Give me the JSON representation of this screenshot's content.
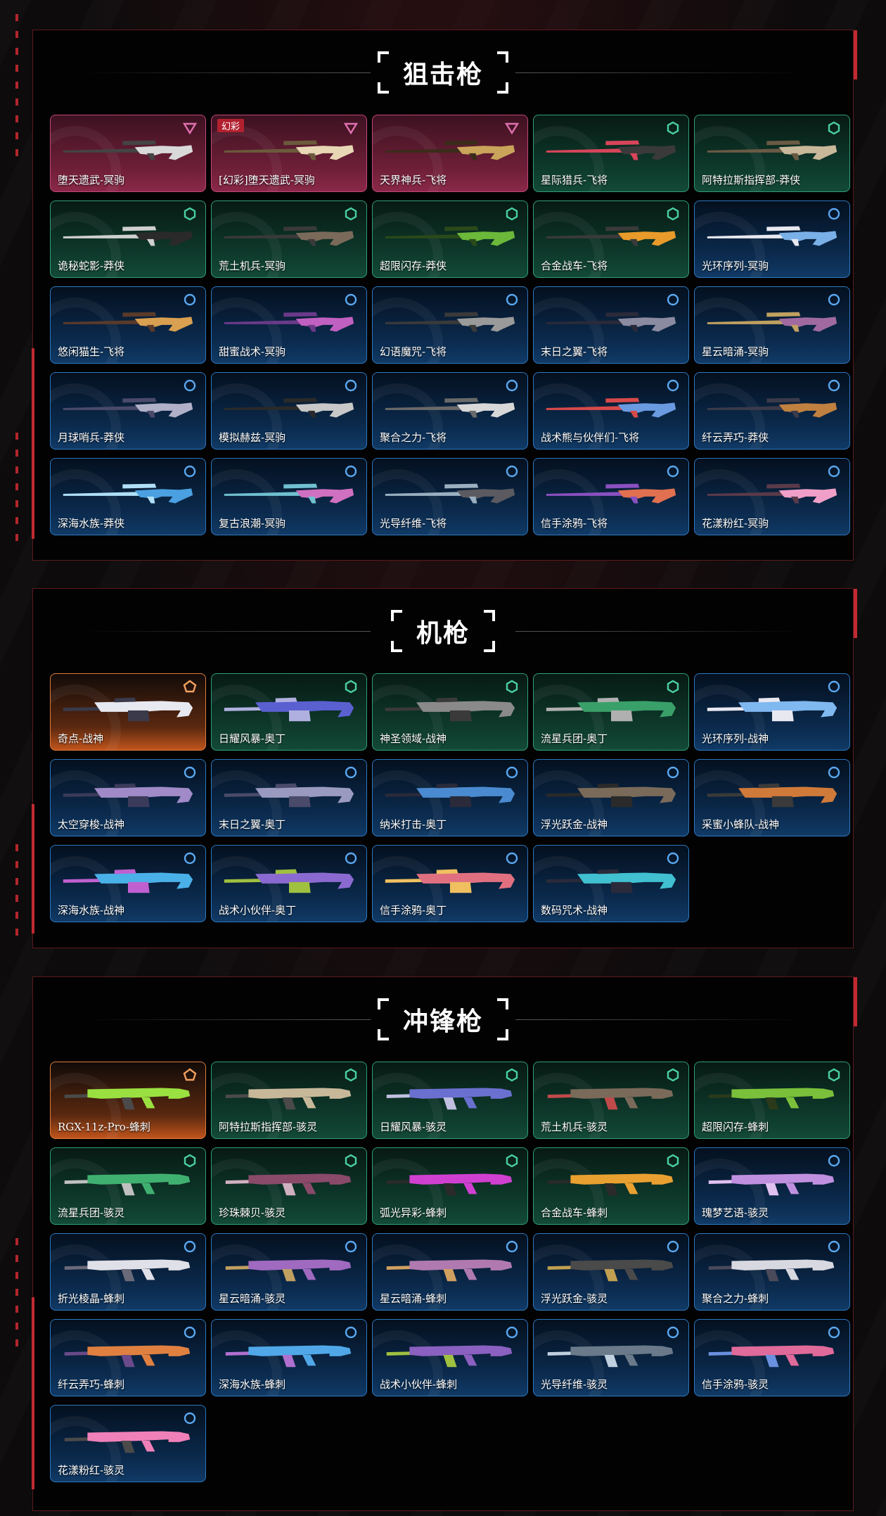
{
  "sections": [
    {
      "title": "狙击枪",
      "items": [
        {
          "name": "堕天遗武-冥驹",
          "tier": "pink",
          "badge": "triangle-icon",
          "gun": "sniper",
          "c1": "#d9d9d9",
          "c2": "#444444"
        },
        {
          "name": "[幻彩]堕天遗武-冥驹",
          "tier": "pink",
          "badge": "triangle-icon",
          "tag": "幻彩",
          "gun": "sniper",
          "c1": "#e8d7b5",
          "c2": "#6b5a3c"
        },
        {
          "name": "天界神兵-飞将",
          "tier": "pink",
          "badge": "triangle-icon",
          "gun": "sniper",
          "c1": "#c9a45a",
          "c2": "#3a2c1a"
        },
        {
          "name": "星际猎兵-飞将",
          "tier": "green",
          "badge": "hex-icon",
          "gun": "sniper",
          "c1": "#3a3a3a",
          "c2": "#d8455a"
        },
        {
          "name": "阿特拉斯指挥部-莽侠",
          "tier": "green",
          "badge": "hex-icon",
          "gun": "sniper",
          "c1": "#c8b89a",
          "c2": "#6a5a44"
        },
        {
          "name": "诡秘蛇影-莽侠",
          "tier": "green",
          "badge": "hex-icon",
          "gun": "sniper",
          "c1": "#2a2a2a",
          "c2": "#cfcfcf"
        },
        {
          "name": "荒土机兵-冥驹",
          "tier": "green",
          "badge": "hex-icon",
          "gun": "sniper",
          "c1": "#7a6a5a",
          "c2": "#3a3a3a"
        },
        {
          "name": "超限闪存-莽侠",
          "tier": "green",
          "badge": "hex-icon",
          "gun": "sniper",
          "c1": "#6cb83a",
          "c2": "#2a4a1a"
        },
        {
          "name": "合金战车-飞将",
          "tier": "green",
          "badge": "hex-icon",
          "gun": "sniper",
          "c1": "#e89a2a",
          "c2": "#3a3a3a"
        },
        {
          "name": "光环序列-冥驹",
          "tier": "blue",
          "badge": "circle-icon",
          "gun": "sniper",
          "c1": "#7ab0e8",
          "c2": "#e8e8f0"
        },
        {
          "name": "悠闲猫生-飞将",
          "tier": "blue",
          "badge": "circle-icon",
          "gun": "sniper",
          "c1": "#d8a050",
          "c2": "#5a3a2a"
        },
        {
          "name": "甜蜜战术-冥驹",
          "tier": "blue",
          "badge": "circle-icon",
          "gun": "sniper",
          "c1": "#c060c0",
          "c2": "#6a3a8a"
        },
        {
          "name": "幻语魔咒-飞将",
          "tier": "blue",
          "badge": "circle-icon",
          "gun": "sniper",
          "c1": "#9a9a9a",
          "c2": "#3a3a3a"
        },
        {
          "name": "末日之翼-飞将",
          "tier": "blue",
          "badge": "circle-icon",
          "gun": "sniper",
          "c1": "#8a8aa0",
          "c2": "#2a2a3a"
        },
        {
          "name": "星云暗涌-冥驹",
          "tier": "blue",
          "badge": "circle-icon",
          "gun": "sniper",
          "c1": "#a06aa0",
          "c2": "#c0a060"
        },
        {
          "name": "月球哨兵-莽侠",
          "tier": "blue",
          "badge": "circle-icon",
          "gun": "sniper",
          "c1": "#b0b0c8",
          "c2": "#4a4a6a"
        },
        {
          "name": "模拟赫兹-冥驹",
          "tier": "blue",
          "badge": "circle-icon",
          "gun": "sniper",
          "c1": "#c8c8c8",
          "c2": "#2a2a2a"
        },
        {
          "name": "聚合之力-飞将",
          "tier": "blue",
          "badge": "circle-icon",
          "gun": "sniper",
          "c1": "#d8d8d8",
          "c2": "#6a6a6a"
        },
        {
          "name": "战术熊与伙伴们-飞将",
          "tier": "blue",
          "badge": "circle-icon",
          "gun": "sniper",
          "c1": "#6a9ae0",
          "c2": "#d84a4a"
        },
        {
          "name": "纤云弄巧-莽侠",
          "tier": "blue",
          "badge": "circle-icon",
          "gun": "sniper",
          "c1": "#c08040",
          "c2": "#3a3a4a"
        },
        {
          "name": "深海水族-莽侠",
          "tier": "blue",
          "badge": "circle-icon",
          "gun": "sniper",
          "c1": "#4aa0e0",
          "c2": "#b0e0f8"
        },
        {
          "name": "复古浪潮-冥驹",
          "tier": "blue",
          "badge": "circle-icon",
          "gun": "sniper",
          "c1": "#d070c0",
          "c2": "#70c0d0"
        },
        {
          "name": "光导纤维-飞将",
          "tier": "blue",
          "badge": "circle-icon",
          "gun": "sniper",
          "c1": "#5a5a60",
          "c2": "#9ab0c0"
        },
        {
          "name": "信手涂鸦-飞将",
          "tier": "blue",
          "badge": "circle-icon",
          "gun": "sniper",
          "c1": "#e07050",
          "c2": "#8a50c0"
        },
        {
          "name": "花漾粉红-冥驹",
          "tier": "blue",
          "badge": "circle-icon",
          "gun": "sniper",
          "c1": "#f0a0c8",
          "c2": "#5a3a4a"
        }
      ]
    },
    {
      "title": "机枪",
      "items": [
        {
          "name": "奇点-战神",
          "tier": "orange",
          "badge": "pentagon-icon",
          "gun": "mg",
          "c1": "#e8e8f0",
          "c2": "#3a3a4a"
        },
        {
          "name": "日耀风暴-奥丁",
          "tier": "green",
          "badge": "hex-icon",
          "gun": "mg",
          "c1": "#5a60d0",
          "c2": "#b0b0e0"
        },
        {
          "name": "神圣领域-战神",
          "tier": "green",
          "badge": "hex-icon",
          "gun": "mg",
          "c1": "#8a8a8a",
          "c2": "#3a3a3a"
        },
        {
          "name": "流星兵团-奥丁",
          "tier": "green",
          "badge": "hex-icon",
          "gun": "mg",
          "c1": "#3aa06a",
          "c2": "#b0b0b0"
        },
        {
          "name": "光环序列-战神",
          "tier": "blue",
          "badge": "circle-icon",
          "gun": "mg",
          "c1": "#80b8f0",
          "c2": "#e8e8f0"
        },
        {
          "name": "太空穿梭-战神",
          "tier": "blue",
          "badge": "circle-icon",
          "gun": "mg",
          "c1": "#a08ac8",
          "c2": "#3a3a5a"
        },
        {
          "name": "末日之翼-奥丁",
          "tier": "blue",
          "badge": "circle-icon",
          "gun": "mg",
          "c1": "#9a9ac0",
          "c2": "#4a4a6a"
        },
        {
          "name": "纳米打击-奥丁",
          "tier": "blue",
          "badge": "circle-icon",
          "gun": "mg",
          "c1": "#4a8ad0",
          "c2": "#2a2a3a"
        },
        {
          "name": "浮光跃金-战神",
          "tier": "blue",
          "badge": "circle-icon",
          "gun": "mg",
          "c1": "#7a6a5a",
          "c2": "#2a2a2a"
        },
        {
          "name": "采蜜小蜂队-战神",
          "tier": "blue",
          "badge": "circle-icon",
          "gun": "mg",
          "c1": "#d07a3a",
          "c2": "#3a3a3a"
        },
        {
          "name": "深海水族-战神",
          "tier": "blue",
          "badge": "circle-icon",
          "gun": "mg",
          "c1": "#4ab0e8",
          "c2": "#c060d0"
        },
        {
          "name": "战术小伙伴-奥丁",
          "tier": "blue",
          "badge": "circle-icon",
          "gun": "mg",
          "c1": "#8a6ad0",
          "c2": "#a0c040"
        },
        {
          "name": "信手涂鸦-奥丁",
          "tier": "blue",
          "badge": "circle-icon",
          "gun": "mg",
          "c1": "#e07080",
          "c2": "#f0c060"
        },
        {
          "name": "数码咒术-战神",
          "tier": "blue",
          "badge": "circle-icon",
          "gun": "mg",
          "c1": "#40c0d0",
          "c2": "#2a2a3a"
        }
      ]
    },
    {
      "title": "冲锋枪",
      "items": [
        {
          "name": "RGX-11z-Pro-蜂刺",
          "tier": "orange",
          "badge": "pentagon-icon",
          "gun": "smg",
          "c1": "#9ae040",
          "c2": "#4a4a4a"
        },
        {
          "name": "阿特拉斯指挥部-骇灵",
          "tier": "green",
          "badge": "hex-icon",
          "gun": "smg",
          "c1": "#c8b89a",
          "c2": "#4a4a4a"
        },
        {
          "name": "日耀风暴-骇灵",
          "tier": "green",
          "badge": "hex-icon",
          "gun": "smg",
          "c1": "#6a70d0",
          "c2": "#c0c0e0"
        },
        {
          "name": "荒土机兵-骇灵",
          "tier": "green",
          "badge": "hex-icon",
          "gun": "smg",
          "c1": "#7a6a5a",
          "c2": "#c04a4a"
        },
        {
          "name": "超限闪存-蜂刺",
          "tier": "green",
          "badge": "hex-icon",
          "gun": "smg",
          "c1": "#7ac03a",
          "c2": "#2a3a1a"
        },
        {
          "name": "流星兵团-骇灵",
          "tier": "green",
          "badge": "hex-icon",
          "gun": "smg",
          "c1": "#40b070",
          "c2": "#c0c0c0"
        },
        {
          "name": "珍珠棘贝-骇灵",
          "tier": "green",
          "badge": "hex-icon",
          "gun": "smg",
          "c1": "#8a4a6a",
          "c2": "#d0b0c0"
        },
        {
          "name": "弧光异彩-蜂刺",
          "tier": "green",
          "badge": "hex-icon",
          "gun": "smg",
          "c1": "#d040d0",
          "c2": "#2a2a2a"
        },
        {
          "name": "合金战车-蜂刺",
          "tier": "green",
          "badge": "hex-icon",
          "gun": "smg",
          "c1": "#e8a030",
          "c2": "#2a2a2a"
        },
        {
          "name": "瑰梦艺语-骇灵",
          "tier": "blue",
          "badge": "circle-icon",
          "gun": "smg",
          "c1": "#c090e0",
          "c2": "#e0c0f0"
        },
        {
          "name": "折光棱晶-蜂刺",
          "tier": "blue",
          "badge": "circle-icon",
          "gun": "smg",
          "c1": "#e0e0e8",
          "c2": "#6a6a7a"
        },
        {
          "name": "星云暗涌-骇灵",
          "tier": "blue",
          "badge": "circle-icon",
          "gun": "smg",
          "c1": "#a06ac0",
          "c2": "#c0a060"
        },
        {
          "name": "星云暗涌-蜂刺",
          "tier": "blue",
          "badge": "circle-icon",
          "gun": "smg",
          "c1": "#b07ab0",
          "c2": "#d0a060"
        },
        {
          "name": "浮光跃金-骇灵",
          "tier": "blue",
          "badge": "circle-icon",
          "gun": "smg",
          "c1": "#4a4a4a",
          "c2": "#c0a050"
        },
        {
          "name": "聚合之力-蜂刺",
          "tier": "blue",
          "badge": "circle-icon",
          "gun": "smg",
          "c1": "#d8d8e0",
          "c2": "#4a4a5a"
        },
        {
          "name": "纤云弄巧-蜂刺",
          "tier": "blue",
          "badge": "circle-icon",
          "gun": "smg",
          "c1": "#e08040",
          "c2": "#6a4a8a"
        },
        {
          "name": "深海水族-蜂刺",
          "tier": "blue",
          "badge": "circle-icon",
          "gun": "smg",
          "c1": "#50a8e8",
          "c2": "#b070d0"
        },
        {
          "name": "战术小伙伴-蜂刺",
          "tier": "blue",
          "badge": "circle-icon",
          "gun": "smg",
          "c1": "#8a60c0",
          "c2": "#a0c040"
        },
        {
          "name": "光导纤维-骇灵",
          "tier": "blue",
          "badge": "circle-icon",
          "gun": "smg",
          "c1": "#6a7a8a",
          "c2": "#c0d0e0"
        },
        {
          "name": "信手涂鸦-骇灵",
          "tier": "blue",
          "badge": "circle-icon",
          "gun": "smg",
          "c1": "#e06a9a",
          "c2": "#6a90e0"
        },
        {
          "name": "花漾粉红-骇灵",
          "tier": "blue",
          "badge": "circle-icon",
          "gun": "smg",
          "c1": "#f080b8",
          "c2": "#4a4a4a"
        }
      ]
    }
  ],
  "colors": {
    "pink": "#c2477a",
    "green": "#2f9f77",
    "blue": "#2d78bf",
    "orange": "#e07a3a",
    "accent": "#c02a30"
  }
}
